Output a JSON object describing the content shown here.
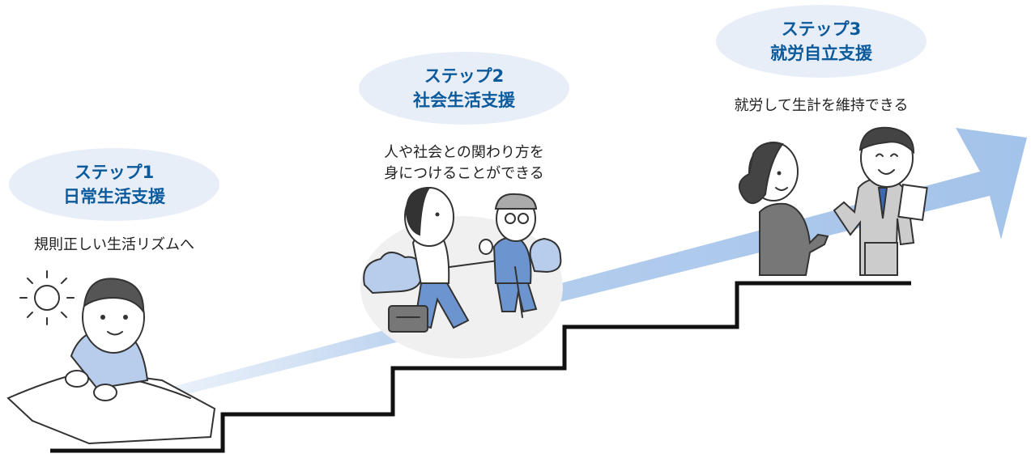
{
  "steps": [
    {
      "label": "ステップ1",
      "title": "日常生活支援",
      "description": [
        "規則正しい生活リズムへ"
      ]
    },
    {
      "label": "ステップ2",
      "title": "社会生活支援",
      "description": [
        "人や社会との関わり方を",
        "身につけることができる"
      ]
    },
    {
      "label": "ステップ3",
      "title": "就労自立支援",
      "description": [
        "就労して生計を維持できる"
      ]
    }
  ],
  "colors": {
    "title_text": "#0a5a9c",
    "ellipse_fill": "#e8eef8",
    "arrow_fill": "#a9c6ea",
    "stairs": "#111111"
  },
  "illustrations": [
    {
      "step": 1,
      "icon": "person-waking-in-bed-with-sun-icon"
    },
    {
      "step": 2,
      "icon": "person-walking-with-elderly-man-icon"
    },
    {
      "step": 3,
      "icon": "workers-greeting-at-office-icon"
    }
  ]
}
